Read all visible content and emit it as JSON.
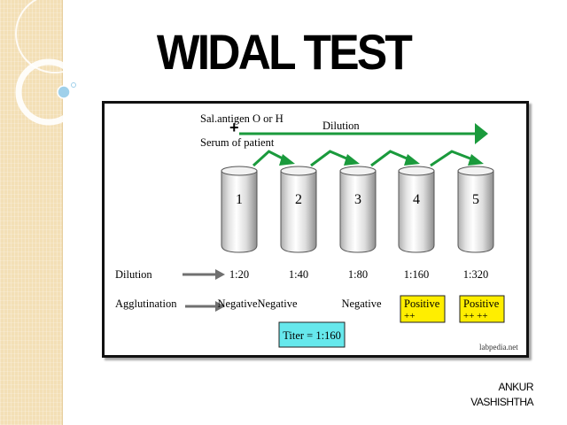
{
  "slide": {
    "title": "WIDAL TEST",
    "author_line1": "ANKUR",
    "author_line2": "VASHISHTHA"
  },
  "diagram": {
    "reagent_line1": "Sal.antigen O or H",
    "plus_symbol": "+",
    "reagent_line2": "Serum of patient",
    "dilution_arrow_label": "Dilution",
    "row_label_dilution": "Dilution",
    "row_label_agglutination": "Agglutination",
    "titer": "Titer = 1:160",
    "watermark": "labpedia.net",
    "colors": {
      "arrow_green": "#1a9a3c",
      "pointer_gray": "#707070",
      "positive_fill": "#ffee00",
      "titer_fill": "#66e8ec"
    },
    "tubes": [
      {
        "number": "1",
        "dilution": "1:20",
        "result": "Negative",
        "grade": ""
      },
      {
        "number": "2",
        "dilution": "1:40",
        "result": "Negative",
        "grade": ""
      },
      {
        "number": "3",
        "dilution": "1:80",
        "result": "Negative",
        "grade": ""
      },
      {
        "number": "4",
        "dilution": "1:160",
        "result": "Positive",
        "grade": "++"
      },
      {
        "number": "5",
        "dilution": "1:320",
        "result": "Positive",
        "grade": "++ ++"
      }
    ]
  }
}
